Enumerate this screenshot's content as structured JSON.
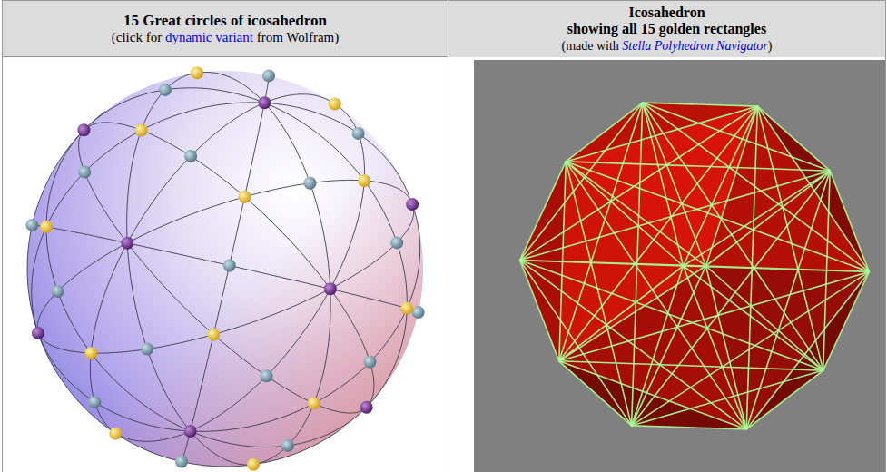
{
  "diagram": {
    "nodes": [
      {
        "text": [
          "15 Great circles of icosahedron",
          "(click for",
          "dynamic variant",
          "from Wolfram)"
        ]
      },
      {
        "text": [
          "Icosahedron",
          "showing all 15 golden rectangles",
          "(made with",
          "Stella Polyhedron Navigator",
          ")"
        ]
      }
    ]
  }
}
